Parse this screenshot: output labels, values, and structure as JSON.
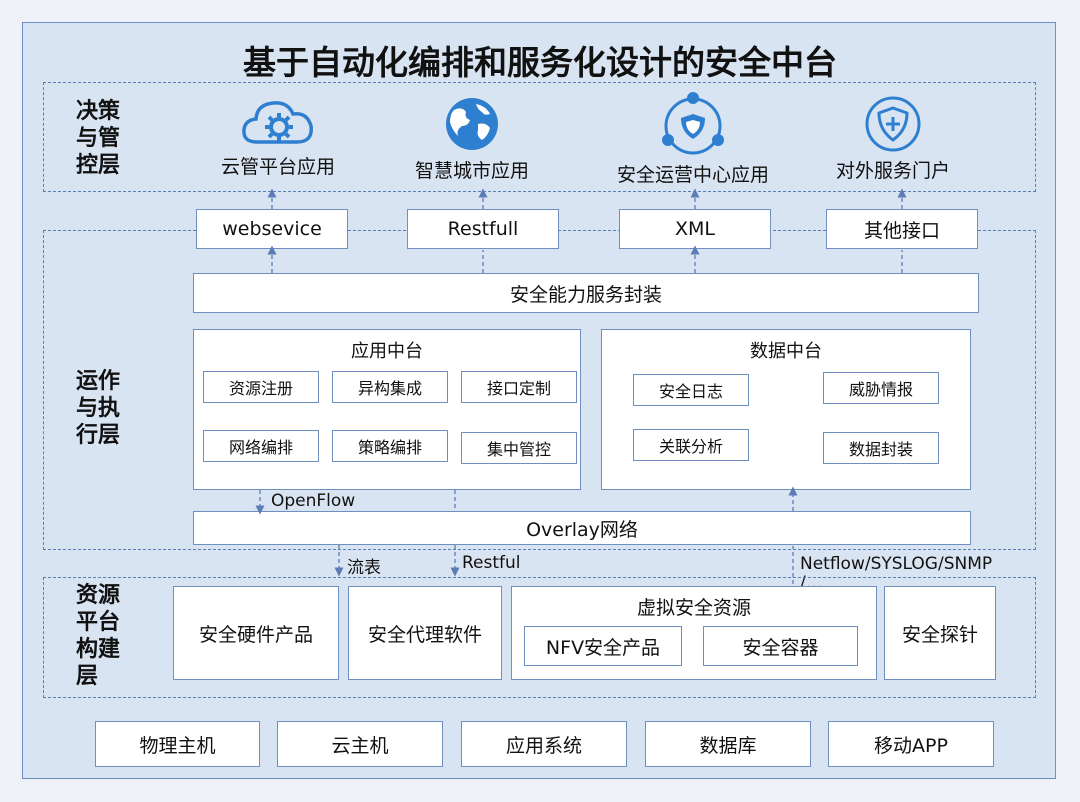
{
  "title": "基于自动化编排和服务化设计的安全中台",
  "layers": {
    "decision": "决策\n与管\n控层",
    "execution": "运作\n与执\n行层",
    "resource": "资源\n平台\n构建\n层"
  },
  "apps": [
    {
      "label": "云管平台应用",
      "icon": "cloud-gear-icon"
    },
    {
      "label": "智慧城市应用",
      "icon": "globe-icon"
    },
    {
      "label": "安全运营中心应用",
      "icon": "shield-network-icon"
    },
    {
      "label": "对外服务门户",
      "icon": "shield-plus-icon"
    }
  ],
  "interfaces": [
    "websevice",
    "Restfull",
    "XML",
    "其他接口"
  ],
  "service_wrapper": "安全能力服务封装",
  "app_platform": {
    "title": "应用中台",
    "items": [
      "资源注册",
      "异构集成",
      "接口定制",
      "网络编排",
      "策略编排",
      "集中管控"
    ]
  },
  "data_platform": {
    "title": "数据中台",
    "items": [
      "安全日志",
      "威胁情报",
      "关联分析",
      "数据封装"
    ]
  },
  "openflow": "OpenFlow",
  "overlay": "Overlay网络",
  "edges": {
    "flow_table": "流表",
    "restful": "Restful",
    "netflow": "Netflow/SYSLOG/SNMP\n/…"
  },
  "resources": {
    "hardware": "安全硬件产品",
    "agent": "安全代理软件",
    "virtual": {
      "title": "虚拟安全资源",
      "items": [
        "NFV安全产品",
        "安全容器"
      ]
    },
    "probe": "安全探针"
  },
  "infrastructure": [
    "物理主机",
    "云主机",
    "应用系统",
    "数据库",
    "移动APP"
  ],
  "colors": {
    "accent": "#5b7cb7",
    "icon_blue": "#2f7fd0",
    "frame_bg": "#d9e4f2",
    "box_border": "#6f8fc0"
  }
}
